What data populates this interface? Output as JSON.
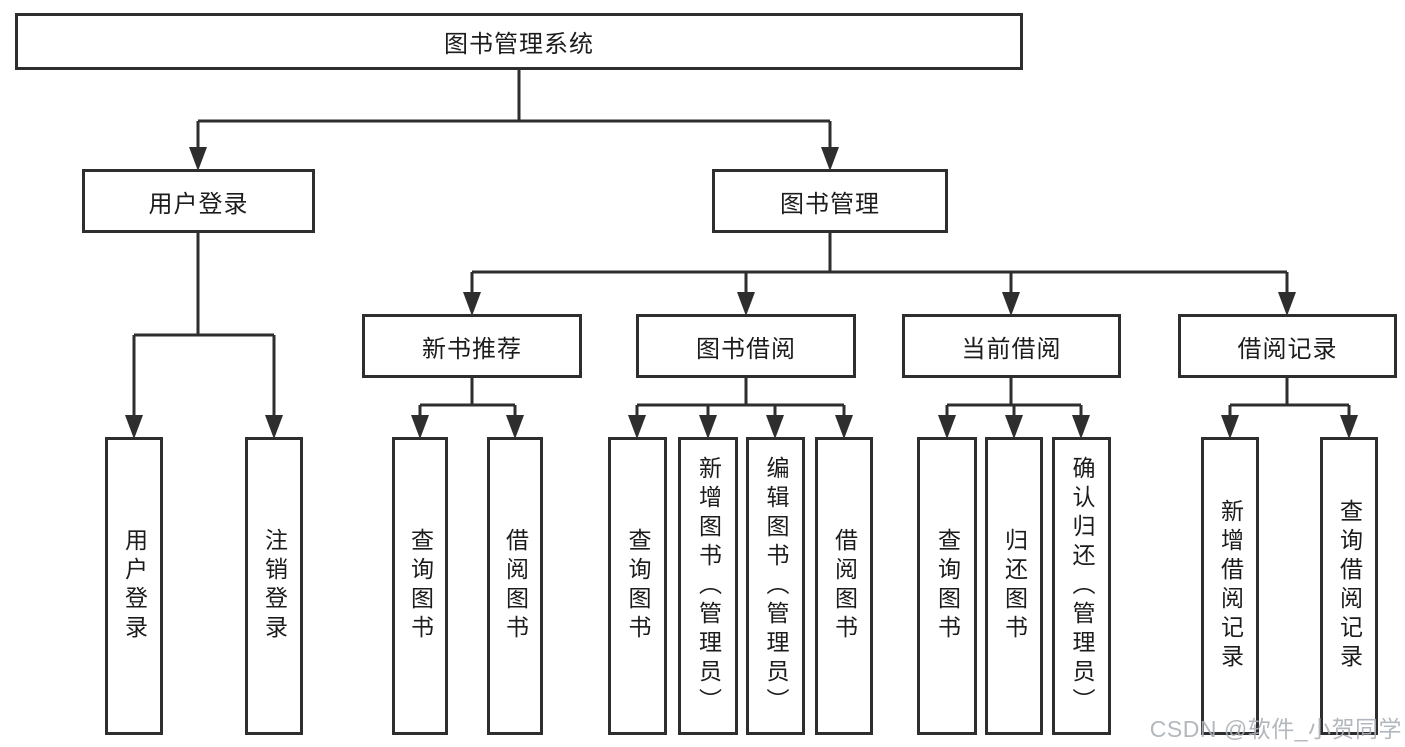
{
  "diagram": {
    "title": "图书管理系统",
    "line_color": "#2e2e2e",
    "text_color": "#1c1c1c",
    "background": "#ffffff"
  },
  "nodes": {
    "root": {
      "label": "图书管理系统"
    },
    "level1": [
      {
        "label": "用户登录"
      },
      {
        "label": "图书管理"
      }
    ],
    "level2": [
      {
        "label": "新书推荐"
      },
      {
        "label": "图书借阅"
      },
      {
        "label": "当前借阅"
      },
      {
        "label": "借阅记录"
      }
    ],
    "leaves": {
      "user_login": [
        {
          "label": "用户登录"
        },
        {
          "label": "注销登录"
        }
      ],
      "new_book": [
        {
          "label": "查询图书"
        },
        {
          "label": "借阅图书"
        }
      ],
      "book_borrow": [
        {
          "label": "查询图书"
        },
        {
          "label": "新增图书（管理员）"
        },
        {
          "label": "编辑图书（管理员）"
        },
        {
          "label": "借阅图书"
        }
      ],
      "current_borrow": [
        {
          "label": "查询图书"
        },
        {
          "label": "归还图书"
        },
        {
          "label": "确认归还（管理员）"
        }
      ],
      "borrow_record": [
        {
          "label": "新增借阅记录"
        },
        {
          "label": "查询借阅记录"
        }
      ]
    }
  },
  "watermark": {
    "text": "CSDN @软件_小贺同学",
    "color": "#abb0b8"
  }
}
